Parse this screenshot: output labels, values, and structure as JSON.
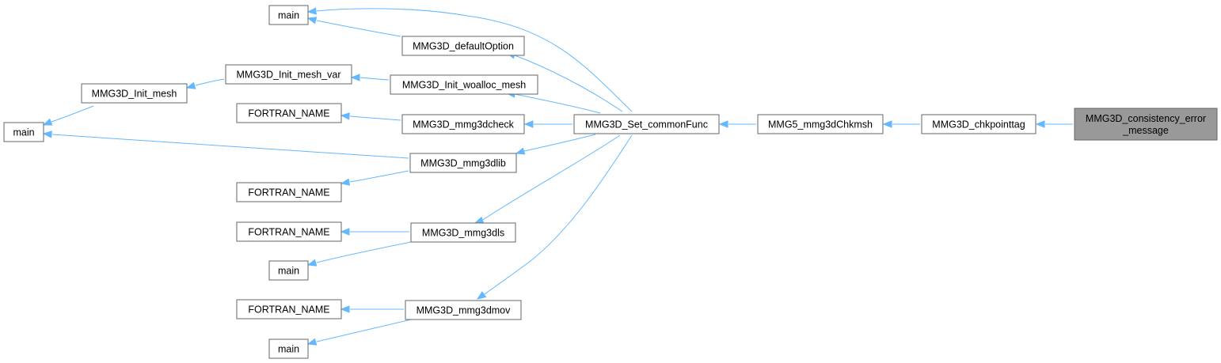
{
  "graph": {
    "nodes": [
      {
        "id": "root",
        "lines": [
          "MMG3D_consistency_error",
          "_message"
        ],
        "highlighted": true
      },
      {
        "id": "chkpointtag",
        "lines": [
          "MMG3D_chkpointtag"
        ]
      },
      {
        "id": "chkmsh",
        "lines": [
          "MMG5_mmg3dChkmsh"
        ]
      },
      {
        "id": "setcommon",
        "lines": [
          "MMG3D_Set_commonFunc"
        ]
      },
      {
        "id": "defaultOption",
        "lines": [
          "MMG3D_defaultOption"
        ]
      },
      {
        "id": "initWoalloc",
        "lines": [
          "MMG3D_Init_woalloc_mesh"
        ]
      },
      {
        "id": "mmg3dcheck",
        "lines": [
          "MMG3D_mmg3dcheck"
        ]
      },
      {
        "id": "mmg3dlib",
        "lines": [
          "MMG3D_mmg3dlib"
        ]
      },
      {
        "id": "mmg3dls",
        "lines": [
          "MMG3D_mmg3dls"
        ]
      },
      {
        "id": "mmg3dmov",
        "lines": [
          "MMG3D_mmg3dmov"
        ]
      },
      {
        "id": "main1",
        "lines": [
          "main"
        ]
      },
      {
        "id": "initMeshVar",
        "lines": [
          "MMG3D_Init_mesh_var"
        ]
      },
      {
        "id": "initMesh",
        "lines": [
          "MMG3D_Init_mesh"
        ]
      },
      {
        "id": "mainLeft",
        "lines": [
          "main"
        ]
      },
      {
        "id": "fortran1",
        "lines": [
          "FORTRAN_NAME"
        ]
      },
      {
        "id": "fortran2",
        "lines": [
          "FORTRAN_NAME"
        ]
      },
      {
        "id": "fortran3",
        "lines": [
          "FORTRAN_NAME"
        ]
      },
      {
        "id": "main2",
        "lines": [
          "main"
        ]
      },
      {
        "id": "fortran4",
        "lines": [
          "FORTRAN_NAME"
        ]
      },
      {
        "id": "main3",
        "lines": [
          "main"
        ]
      }
    ],
    "edges": [
      {
        "from": "root",
        "to": "chkpointtag"
      },
      {
        "from": "chkpointtag",
        "to": "chkmsh"
      },
      {
        "from": "chkmsh",
        "to": "setcommon"
      },
      {
        "from": "setcommon",
        "to": "main1"
      },
      {
        "from": "setcommon",
        "to": "defaultOption"
      },
      {
        "from": "setcommon",
        "to": "initWoalloc"
      },
      {
        "from": "setcommon",
        "to": "mmg3dcheck"
      },
      {
        "from": "setcommon",
        "to": "mmg3dlib"
      },
      {
        "from": "setcommon",
        "to": "mmg3dls"
      },
      {
        "from": "setcommon",
        "to": "mmg3dmov"
      },
      {
        "from": "defaultOption",
        "to": "main1"
      },
      {
        "from": "initWoalloc",
        "to": "initMeshVar"
      },
      {
        "from": "initMeshVar",
        "to": "initMesh"
      },
      {
        "from": "initMesh",
        "to": "mainLeft"
      },
      {
        "from": "mmg3dcheck",
        "to": "fortran1"
      },
      {
        "from": "mmg3dlib",
        "to": "mainLeft"
      },
      {
        "from": "mmg3dlib",
        "to": "fortran2"
      },
      {
        "from": "mmg3dls",
        "to": "fortran3"
      },
      {
        "from": "mmg3dls",
        "to": "main2"
      },
      {
        "from": "mmg3dmov",
        "to": "fortran4"
      },
      {
        "from": "mmg3dmov",
        "to": "main3"
      }
    ]
  }
}
